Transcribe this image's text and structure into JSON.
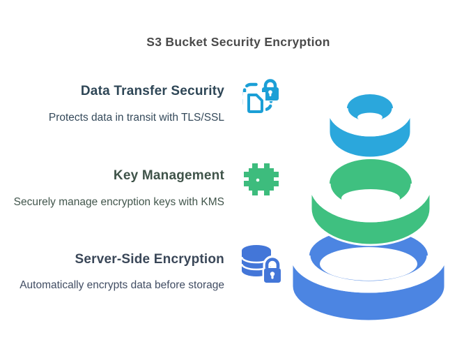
{
  "title": "S3 Bucket Security Encryption",
  "sections": [
    {
      "heading": "Data Transfer Security",
      "description": "Protects data in transit with TLS/SSL",
      "icon": "document-lock-transfer-icon",
      "accent_color": "#1b9fd6"
    },
    {
      "heading": "Key Management",
      "description": "Securely manage encryption keys with KMS",
      "icon": "chip-key-icon",
      "accent_color": "#3dbc7d"
    },
    {
      "heading": "Server-Side Encryption",
      "description": "Automatically encrypts data before storage",
      "icon": "database-lock-icon",
      "accent_color": "#4376d8"
    }
  ],
  "rings": [
    {
      "position": "top",
      "color": "#2ba7dc"
    },
    {
      "position": "middle",
      "color": "#3fc080"
    },
    {
      "position": "bottom",
      "color": "#4c85e2"
    }
  ],
  "colors": {
    "background": "#ffffff",
    "title_text": "#4a4a4a",
    "heading1_text": "#2e4656",
    "heading2_text": "#3f5349",
    "heading3_text": "#3a4758",
    "outline": "#ffffff"
  }
}
